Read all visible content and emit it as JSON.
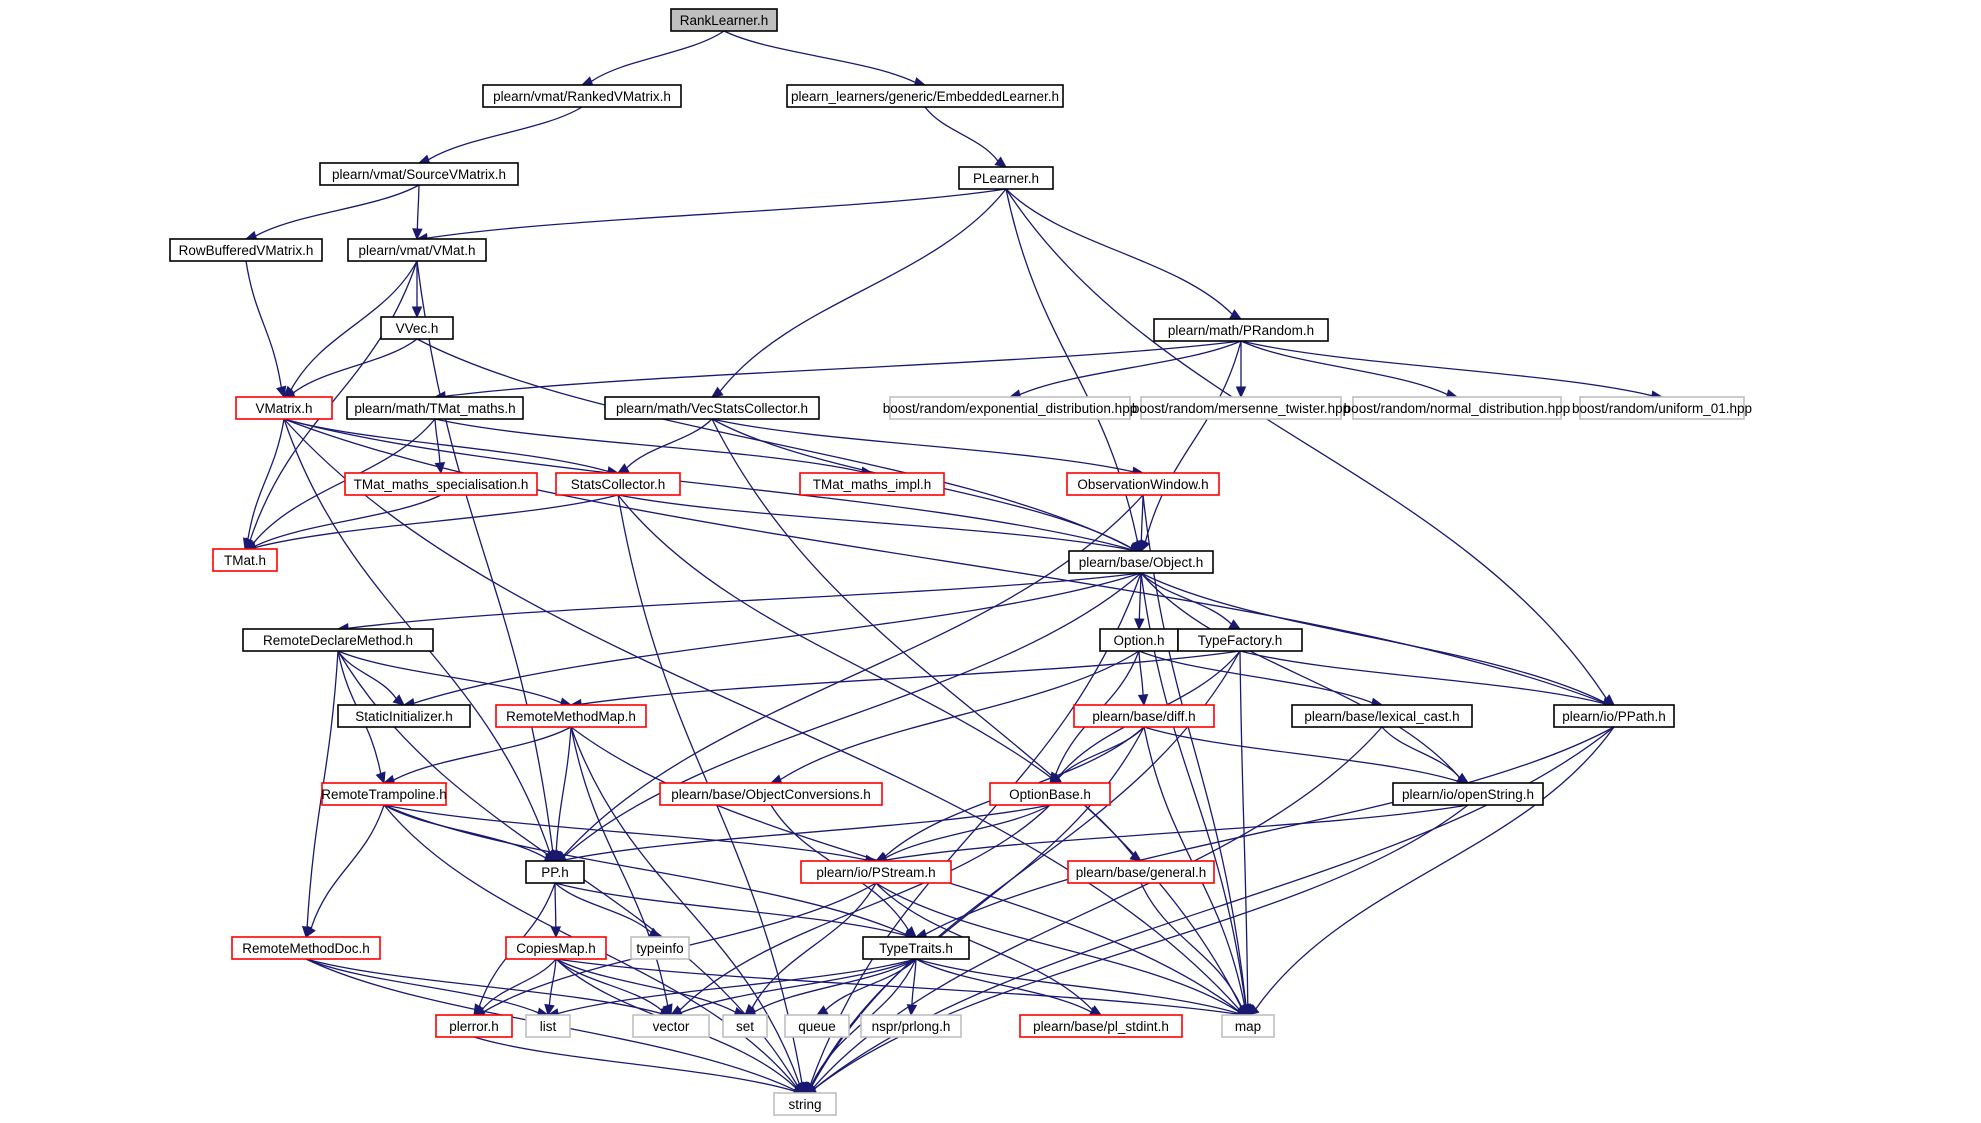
{
  "colors": {
    "normal": "#000000",
    "truncated": "#ff0000",
    "external": "#bfbfbf",
    "root_fill": "#bfbfbf",
    "edge": "#191970"
  },
  "nodes": [
    {
      "id": "n0",
      "label": "RankLearner.h",
      "kind": "root"
    },
    {
      "id": "n1",
      "label": "plearn/vmat/RankedVMatrix.h",
      "kind": "normal"
    },
    {
      "id": "n2",
      "label": "plearn_learners/generic/EmbeddedLearner.h",
      "kind": "normal"
    },
    {
      "id": "n3",
      "label": "plearn/vmat/SourceVMatrix.h",
      "kind": "normal"
    },
    {
      "id": "n4",
      "label": "PLearner.h",
      "kind": "normal"
    },
    {
      "id": "n5",
      "label": "RowBufferedVMatrix.h",
      "kind": "normal"
    },
    {
      "id": "n6",
      "label": "plearn/vmat/VMat.h",
      "kind": "normal"
    },
    {
      "id": "n7",
      "label": "VVec.h",
      "kind": "normal"
    },
    {
      "id": "n8",
      "label": "plearn/math/PRandom.h",
      "kind": "normal"
    },
    {
      "id": "n9",
      "label": "VMatrix.h",
      "kind": "truncated"
    },
    {
      "id": "n10",
      "label": "plearn/math/TMat_maths.h",
      "kind": "normal"
    },
    {
      "id": "n11",
      "label": "plearn/math/VecStatsCollector.h",
      "kind": "normal"
    },
    {
      "id": "n12",
      "label": "boost/random/exponential_distribution.hpp",
      "kind": "external"
    },
    {
      "id": "n13",
      "label": "boost/random/mersenne_twister.hpp",
      "kind": "external"
    },
    {
      "id": "n14",
      "label": "boost/random/normal_distribution.hpp",
      "kind": "external"
    },
    {
      "id": "n15",
      "label": "boost/random/uniform_01.hpp",
      "kind": "external"
    },
    {
      "id": "n16",
      "label": "TMat_maths_specialisation.h",
      "kind": "truncated"
    },
    {
      "id": "n17",
      "label": "StatsCollector.h",
      "kind": "truncated"
    },
    {
      "id": "n18",
      "label": "TMat_maths_impl.h",
      "kind": "truncated"
    },
    {
      "id": "n19",
      "label": "ObservationWindow.h",
      "kind": "truncated"
    },
    {
      "id": "n20",
      "label": "TMat.h",
      "kind": "truncated"
    },
    {
      "id": "n21",
      "label": "plearn/base/Object.h",
      "kind": "normal"
    },
    {
      "id": "n22",
      "label": "RemoteDeclareMethod.h",
      "kind": "normal"
    },
    {
      "id": "n23",
      "label": "Option.h",
      "kind": "normal"
    },
    {
      "id": "n24",
      "label": "TypeFactory.h",
      "kind": "normal"
    },
    {
      "id": "n25",
      "label": "StaticInitializer.h",
      "kind": "normal"
    },
    {
      "id": "n26",
      "label": "RemoteMethodMap.h",
      "kind": "truncated"
    },
    {
      "id": "n27",
      "label": "plearn/base/diff.h",
      "kind": "truncated"
    },
    {
      "id": "n28",
      "label": "plearn/base/lexical_cast.h",
      "kind": "normal"
    },
    {
      "id": "n29",
      "label": "plearn/io/PPath.h",
      "kind": "normal"
    },
    {
      "id": "n30",
      "label": "RemoteTrampoline.h",
      "kind": "truncated"
    },
    {
      "id": "n31",
      "label": "plearn/base/ObjectConversions.h",
      "kind": "truncated"
    },
    {
      "id": "n32",
      "label": "OptionBase.h",
      "kind": "truncated"
    },
    {
      "id": "n33",
      "label": "plearn/io/openString.h",
      "kind": "normal"
    },
    {
      "id": "n34",
      "label": "PP.h",
      "kind": "normal"
    },
    {
      "id": "n35",
      "label": "plearn/io/PStream.h",
      "kind": "truncated"
    },
    {
      "id": "n36",
      "label": "plearn/base/general.h",
      "kind": "truncated"
    },
    {
      "id": "n37",
      "label": "RemoteMethodDoc.h",
      "kind": "truncated"
    },
    {
      "id": "n38",
      "label": "CopiesMap.h",
      "kind": "truncated"
    },
    {
      "id": "n39",
      "label": "typeinfo",
      "kind": "external"
    },
    {
      "id": "n40",
      "label": "TypeTraits.h",
      "kind": "normal"
    },
    {
      "id": "n41",
      "label": "plerror.h",
      "kind": "truncated"
    },
    {
      "id": "n42",
      "label": "list",
      "kind": "external"
    },
    {
      "id": "n43",
      "label": "vector",
      "kind": "external"
    },
    {
      "id": "n44",
      "label": "set",
      "kind": "external"
    },
    {
      "id": "n45",
      "label": "queue",
      "kind": "external"
    },
    {
      "id": "n46",
      "label": "nspr/prlong.h",
      "kind": "external"
    },
    {
      "id": "n47",
      "label": "plearn/base/pl_stdint.h",
      "kind": "truncated"
    },
    {
      "id": "n48",
      "label": "map",
      "kind": "external"
    },
    {
      "id": "n49",
      "label": "string",
      "kind": "external"
    }
  ],
  "edges": [
    [
      "n0",
      "n1"
    ],
    [
      "n0",
      "n2"
    ],
    [
      "n1",
      "n3"
    ],
    [
      "n2",
      "n4"
    ],
    [
      "n3",
      "n5"
    ],
    [
      "n3",
      "n6"
    ],
    [
      "n4",
      "n6"
    ],
    [
      "n4",
      "n11"
    ],
    [
      "n4",
      "n8"
    ],
    [
      "n4",
      "n21"
    ],
    [
      "n4",
      "n29"
    ],
    [
      "n5",
      "n9"
    ],
    [
      "n6",
      "n7"
    ],
    [
      "n6",
      "n9"
    ],
    [
      "n6",
      "n20"
    ],
    [
      "n6",
      "n34"
    ],
    [
      "n7",
      "n9"
    ],
    [
      "n7",
      "n21"
    ],
    [
      "n8",
      "n10"
    ],
    [
      "n8",
      "n12"
    ],
    [
      "n8",
      "n13"
    ],
    [
      "n8",
      "n14"
    ],
    [
      "n8",
      "n15"
    ],
    [
      "n8",
      "n21"
    ],
    [
      "n9",
      "n20"
    ],
    [
      "n9",
      "n17"
    ],
    [
      "n9",
      "n21"
    ],
    [
      "n9",
      "n29"
    ],
    [
      "n9",
      "n34"
    ],
    [
      "n9",
      "n48"
    ],
    [
      "n10",
      "n16"
    ],
    [
      "n10",
      "n18"
    ],
    [
      "n10",
      "n20"
    ],
    [
      "n11",
      "n17"
    ],
    [
      "n11",
      "n19"
    ],
    [
      "n11",
      "n21"
    ],
    [
      "n11",
      "n48"
    ],
    [
      "n16",
      "n20"
    ],
    [
      "n17",
      "n20"
    ],
    [
      "n17",
      "n21"
    ],
    [
      "n17",
      "n36"
    ],
    [
      "n17",
      "n49"
    ],
    [
      "n19",
      "n21"
    ],
    [
      "n19",
      "n34"
    ],
    [
      "n19",
      "n48"
    ],
    [
      "n21",
      "n22"
    ],
    [
      "n21",
      "n25"
    ],
    [
      "n21",
      "n23"
    ],
    [
      "n21",
      "n24"
    ],
    [
      "n21",
      "n29"
    ],
    [
      "n21",
      "n33"
    ],
    [
      "n21",
      "n34"
    ],
    [
      "n21",
      "n48"
    ],
    [
      "n21",
      "n49"
    ],
    [
      "n22",
      "n25"
    ],
    [
      "n22",
      "n26"
    ],
    [
      "n22",
      "n30"
    ],
    [
      "n22",
      "n37"
    ],
    [
      "n22",
      "n49"
    ],
    [
      "n23",
      "n27"
    ],
    [
      "n23",
      "n28"
    ],
    [
      "n23",
      "n31"
    ],
    [
      "n23",
      "n32"
    ],
    [
      "n24",
      "n26"
    ],
    [
      "n24",
      "n29"
    ],
    [
      "n24",
      "n32"
    ],
    [
      "n24",
      "n48"
    ],
    [
      "n24",
      "n49"
    ],
    [
      "n26",
      "n30"
    ],
    [
      "n26",
      "n34"
    ],
    [
      "n26",
      "n43"
    ],
    [
      "n26",
      "n48"
    ],
    [
      "n26",
      "n49"
    ],
    [
      "n27",
      "n32"
    ],
    [
      "n27",
      "n33"
    ],
    [
      "n27",
      "n35"
    ],
    [
      "n27",
      "n48"
    ],
    [
      "n27",
      "n49"
    ],
    [
      "n28",
      "n33"
    ],
    [
      "n28",
      "n49"
    ],
    [
      "n29",
      "n40"
    ],
    [
      "n29",
      "n48"
    ],
    [
      "n29",
      "n49"
    ],
    [
      "n30",
      "n34"
    ],
    [
      "n30",
      "n35"
    ],
    [
      "n30",
      "n37"
    ],
    [
      "n30",
      "n40"
    ],
    [
      "n30",
      "n49"
    ],
    [
      "n31",
      "n40"
    ],
    [
      "n32",
      "n34"
    ],
    [
      "n32",
      "n35"
    ],
    [
      "n32",
      "n43"
    ],
    [
      "n33",
      "n35"
    ],
    [
      "n33",
      "n49"
    ],
    [
      "n34",
      "n38"
    ],
    [
      "n34",
      "n39"
    ],
    [
      "n34",
      "n40"
    ],
    [
      "n34",
      "n41"
    ],
    [
      "n35",
      "n41"
    ],
    [
      "n35",
      "n44"
    ],
    [
      "n35",
      "n47"
    ],
    [
      "n35",
      "n48"
    ],
    [
      "n36",
      "n48"
    ],
    [
      "n37",
      "n42"
    ],
    [
      "n37",
      "n43"
    ],
    [
      "n37",
      "n49"
    ],
    [
      "n38",
      "n41"
    ],
    [
      "n38",
      "n42"
    ],
    [
      "n38",
      "n43"
    ],
    [
      "n38",
      "n44"
    ],
    [
      "n38",
      "n48"
    ],
    [
      "n38",
      "n49"
    ],
    [
      "n40",
      "n42"
    ],
    [
      "n40",
      "n43"
    ],
    [
      "n40",
      "n44"
    ],
    [
      "n40",
      "n45"
    ],
    [
      "n40",
      "n46"
    ],
    [
      "n40",
      "n47"
    ],
    [
      "n40",
      "n48"
    ],
    [
      "n40",
      "n49"
    ],
    [
      "n41",
      "n49"
    ]
  ]
}
